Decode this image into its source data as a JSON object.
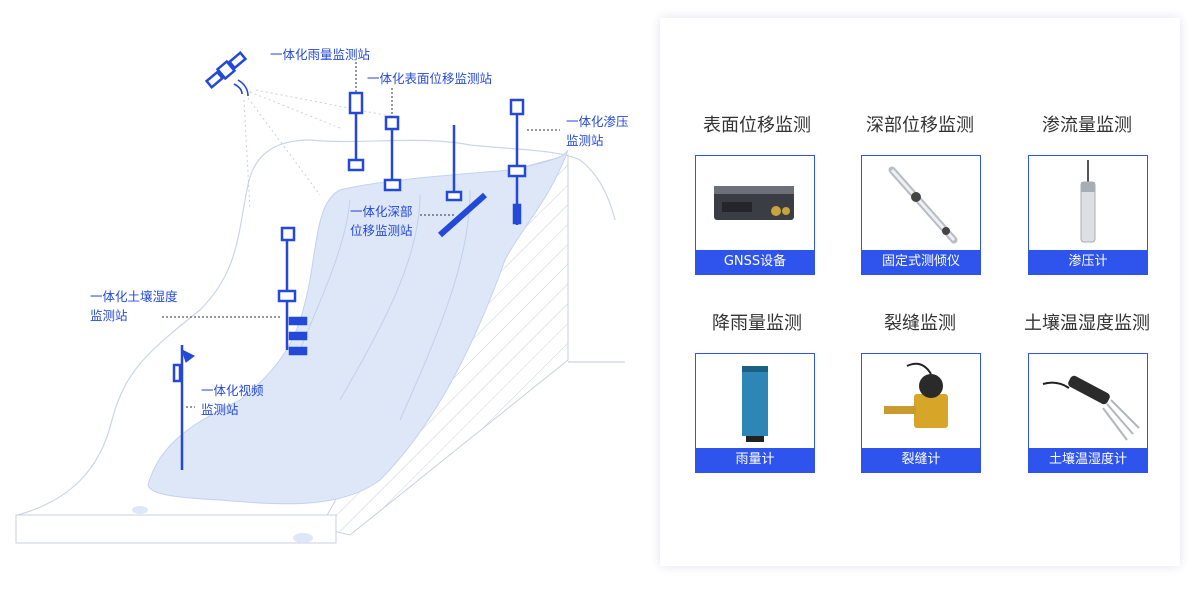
{
  "diagram": {
    "labels": {
      "rain_station": "一体化雨量监测站",
      "surface_station": "一体化表面位移监测站",
      "seepage_station_line1": "一体化渗压",
      "seepage_station_line2": "监测站",
      "deep_station_line1": "一体化深部",
      "deep_station_line2": "位移监测站",
      "soil_station_line1": "一体化土壤湿度",
      "soil_station_line2": "监测站",
      "video_station_line1": "一体化视频",
      "video_station_line2": "监测站"
    },
    "colors": {
      "accent": "#2449d8",
      "water": "#dfe8f7",
      "ground_line": "#c9d3e6"
    }
  },
  "panel": {
    "items": [
      {
        "title": "表面位移监测",
        "device": "GNSS设备",
        "icon": "gnss-device-icon"
      },
      {
        "title": "深部位移监测",
        "device": "固定式测倾仪",
        "icon": "inclinometer-icon"
      },
      {
        "title": "渗流量监测",
        "device": "渗压计",
        "icon": "piezometer-icon"
      },
      {
        "title": "降雨量监测",
        "device": "雨量计",
        "icon": "rain-gauge-icon"
      },
      {
        "title": "裂缝监测",
        "device": "裂缝计",
        "icon": "crack-meter-icon"
      },
      {
        "title": "土壤温湿度监测",
        "device": "土壤温湿度计",
        "icon": "soil-sensor-icon"
      }
    ],
    "colors": {
      "caption_bg": "#2f54ee",
      "title_text": "#333333"
    }
  }
}
